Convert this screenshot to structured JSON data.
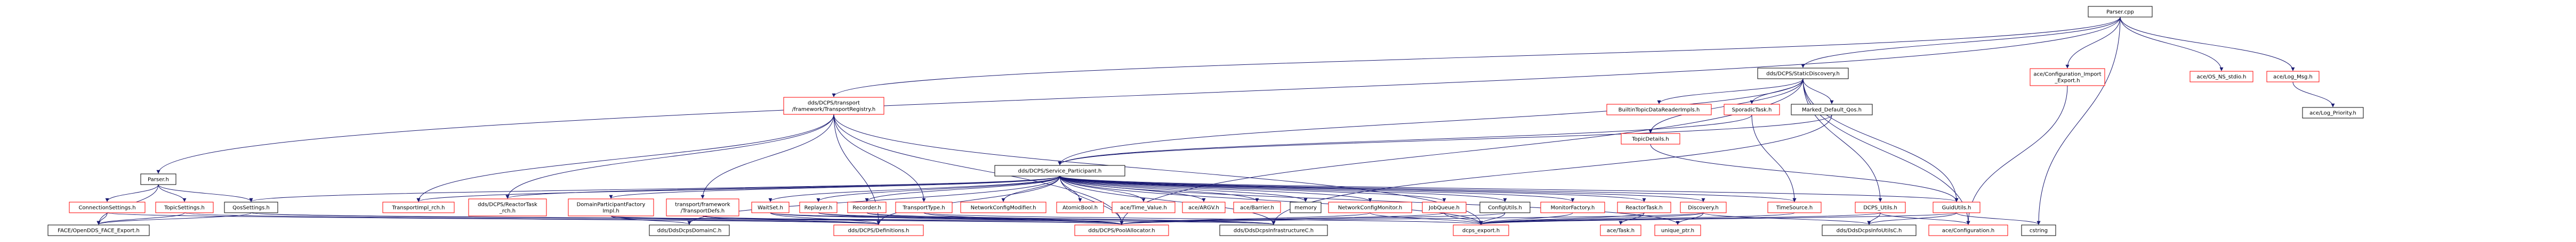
{
  "graph": {
    "colors": {
      "edge": "#191970",
      "local": "#000000",
      "missing": "#ff0000",
      "root_fill": "#bfbfbf",
      "background": "#ffffff"
    },
    "nodes": [
      {
        "id": "root",
        "label": "Parser.cpp",
        "kind": "root"
      },
      {
        "id": "ds_static",
        "label": "dds/DCPS/StaticDiscovery.h",
        "kind": "local"
      },
      {
        "id": "ace_cfg_import",
        "label": "ace/Configuration_Import\n_Export.h",
        "kind": "missing"
      },
      {
        "id": "ace_os_stdio",
        "label": "ace/OS_NS_stdio.h",
        "kind": "missing"
      },
      {
        "id": "ace_log_msg",
        "label": "ace/Log_Msg.h",
        "kind": "missing"
      },
      {
        "id": "ace_log_priority",
        "label": "ace/Log_Priority.h",
        "kind": "local"
      },
      {
        "id": "parser_h",
        "label": "Parser.h",
        "kind": "local"
      },
      {
        "id": "transport_registry",
        "label": "dds/DCPS/transport\n/framework/TransportRegistry.h",
        "kind": "missing"
      },
      {
        "id": "builtin_reader",
        "label": "BuiltinTopicDataReaderImpls.h",
        "kind": "missing"
      },
      {
        "id": "sporadic_task",
        "label": "SporadicTask.h",
        "kind": "missing"
      },
      {
        "id": "marked_default",
        "label": "Marked_Default_Qos.h",
        "kind": "local"
      },
      {
        "id": "topic_details",
        "label": "TopicDetails.h",
        "kind": "missing"
      },
      {
        "id": "service_participant",
        "label": "dds/DCPS/Service_Participant.h",
        "kind": "local"
      },
      {
        "id": "connection_settings",
        "label": "ConnectionSettings.h",
        "kind": "missing"
      },
      {
        "id": "topic_settings",
        "label": "TopicSettings.h",
        "kind": "missing"
      },
      {
        "id": "qos_settings",
        "label": "QosSettings.h",
        "kind": "local"
      },
      {
        "id": "transport_impl_rch",
        "label": "TransportImpl_rch.h",
        "kind": "missing"
      },
      {
        "id": "reactor_task_rch",
        "label": "dds/DCPS/ReactorTask\n_rch.h",
        "kind": "missing"
      },
      {
        "id": "domain_participant_factory",
        "label": "DomainParticipantFactory\nImpl.h",
        "kind": "missing"
      },
      {
        "id": "transport_defs",
        "label": "transport/framework\n/TransportDefs.h",
        "kind": "missing"
      },
      {
        "id": "wait_set",
        "label": "WaitSet.h",
        "kind": "missing"
      },
      {
        "id": "replayer",
        "label": "Replayer.h",
        "kind": "missing"
      },
      {
        "id": "recorder",
        "label": "Recorder.h",
        "kind": "missing"
      },
      {
        "id": "transport_type",
        "label": "TransportType.h",
        "kind": "missing"
      },
      {
        "id": "network_config_modifier",
        "label": "NetworkConfigModifier.h",
        "kind": "missing"
      },
      {
        "id": "atomic_bool",
        "label": "AtomicBool.h",
        "kind": "missing"
      },
      {
        "id": "ace_time_value",
        "label": "ace/Time_Value.h",
        "kind": "missing"
      },
      {
        "id": "ace_argv",
        "label": "ace/ARGV.h",
        "kind": "missing"
      },
      {
        "id": "ace_barrier",
        "label": "ace/Barrier.h",
        "kind": "missing"
      },
      {
        "id": "memory",
        "label": "memory",
        "kind": "local"
      },
      {
        "id": "network_config_monitor",
        "label": "NetworkConfigMonitor.h",
        "kind": "missing"
      },
      {
        "id": "job_queue",
        "label": "JobQueue.h",
        "kind": "missing"
      },
      {
        "id": "config_utils",
        "label": "ConfigUtils.h",
        "kind": "local"
      },
      {
        "id": "monitor_factory",
        "label": "MonitorFactory.h",
        "kind": "missing"
      },
      {
        "id": "reactor_task",
        "label": "ReactorTask.h",
        "kind": "missing"
      },
      {
        "id": "discovery",
        "label": "Discovery.h",
        "kind": "missing"
      },
      {
        "id": "time_source",
        "label": "TimeSource.h",
        "kind": "missing"
      },
      {
        "id": "dcps_utils",
        "label": "DCPS_Utils.h",
        "kind": "missing"
      },
      {
        "id": "guid_utils",
        "label": "GuidUtils.h",
        "kind": "missing"
      },
      {
        "id": "face_export",
        "label": "FACE/OpenDDS_FACE_Export.h",
        "kind": "local"
      },
      {
        "id": "dds_domain_c",
        "label": "dds/DdsDcpsDomainC.h",
        "kind": "local"
      },
      {
        "id": "dcps_definitions",
        "label": "dds/DCPS/Definitions.h",
        "kind": "missing"
      },
      {
        "id": "pool_allocator",
        "label": "dds/DCPS/PoolAllocator.h",
        "kind": "missing"
      },
      {
        "id": "infrastructure_c",
        "label": "dds/DdsDcpsInfrastructureC.h",
        "kind": "local"
      },
      {
        "id": "dcps_export",
        "label": "dcps_export.h",
        "kind": "missing"
      },
      {
        "id": "ace_task",
        "label": "ace/Task.h",
        "kind": "missing"
      },
      {
        "id": "unique_ptr",
        "label": "unique_ptr.h",
        "kind": "missing"
      },
      {
        "id": "info_utils_c",
        "label": "dds/DdsDcpsInfoUtilsC.h",
        "kind": "local"
      },
      {
        "id": "ace_configuration",
        "label": "ace/Configuration.h",
        "kind": "missing"
      },
      {
        "id": "cstring",
        "label": "cstring",
        "kind": "local"
      }
    ]
  }
}
